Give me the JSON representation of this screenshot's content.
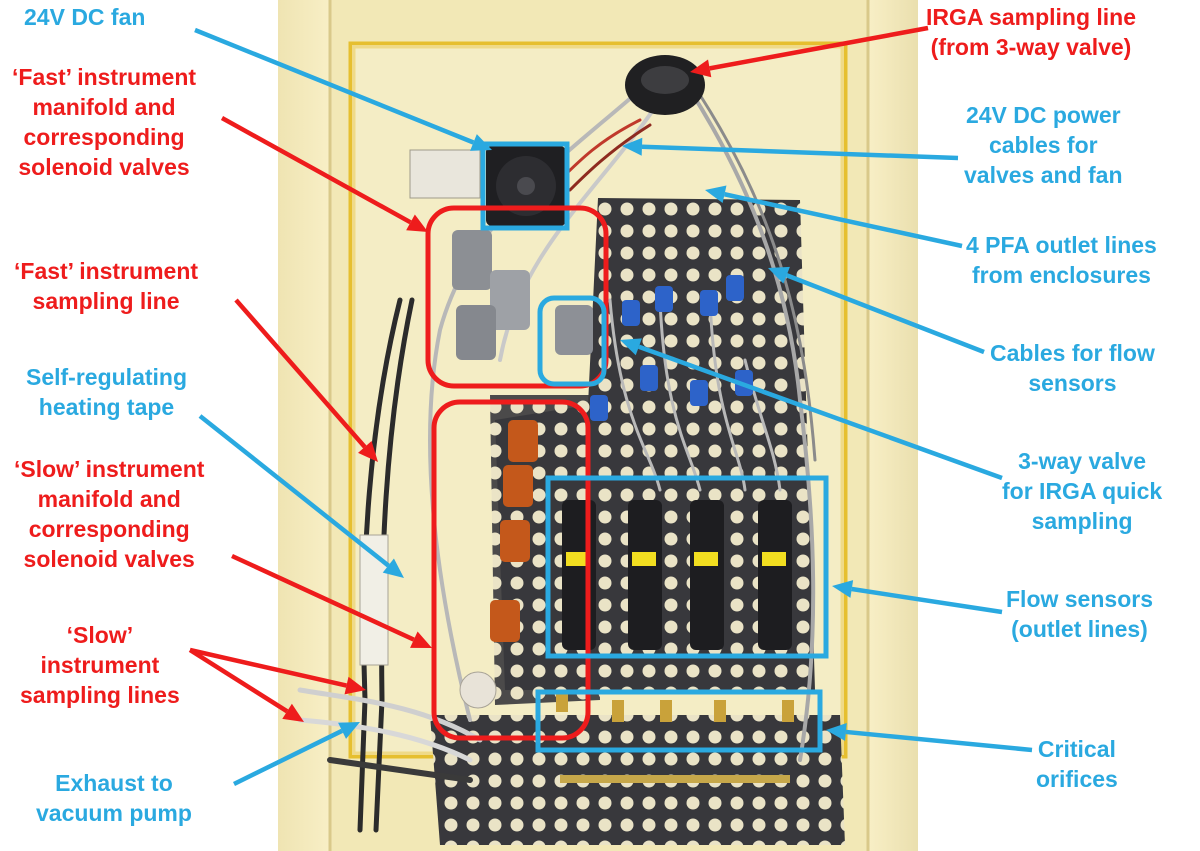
{
  "colors": {
    "blue": "#2aa9e0",
    "red": "#ee1c1c",
    "enclosure": "#f3e7a8",
    "frame": "#e8c23a",
    "panel": "#3a3a3e"
  },
  "labels": {
    "fan": [
      "24V DC fan"
    ],
    "irga_line": [
      "IRGA sampling line",
      "(from 3-way valve)"
    ],
    "fast_manifold": [
      "‘Fast’ instrument",
      "manifold and",
      "corresponding",
      "solenoid valves"
    ],
    "power_cables": [
      "24V DC power",
      "cables for",
      "valves and fan"
    ],
    "pfa_lines": [
      "4 PFA outlet lines",
      "from enclosures"
    ],
    "fast_line": [
      "‘Fast’ instrument",
      "sampling line"
    ],
    "flow_cables": [
      "Cables for flow",
      "sensors"
    ],
    "heating_tape": [
      "Self-regulating",
      "heating tape"
    ],
    "slow_manifold": [
      "‘Slow’ instrument",
      "manifold and",
      "corresponding",
      "solenoid valves"
    ],
    "three_way": [
      "3-way valve",
      "for IRGA quick",
      "sampling"
    ],
    "flow_sensors": [
      "Flow sensors",
      "(outlet lines)"
    ],
    "slow_lines": [
      "‘Slow’",
      "instrument",
      "sampling lines"
    ],
    "orifices": [
      "Critical",
      "orifices"
    ],
    "exhaust": [
      "Exhaust to",
      "vacuum pump"
    ]
  },
  "icons": [
    "fan-icon",
    "solenoid-valve-icon",
    "flow-sensor-icon",
    "critical-orifice-icon",
    "three-way-valve-icon"
  ]
}
